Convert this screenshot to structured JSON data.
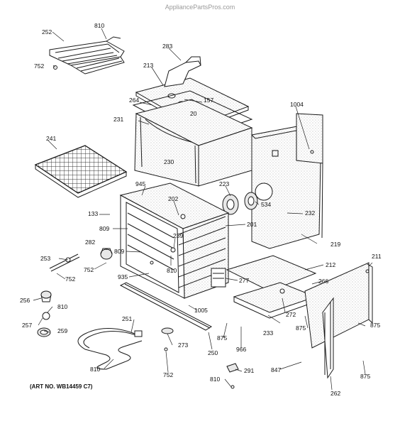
{
  "watermark": "AppliancePartsPros.com",
  "caption": "(ART NO. WB14459 C7)",
  "labels": [
    "252",
    "810",
    "752",
    "283",
    "213",
    "264",
    "157",
    "20",
    "231",
    "230",
    "1004",
    "241",
    "223",
    "534",
    "232",
    "945",
    "202",
    "133",
    "809",
    "201",
    "219",
    "282",
    "239",
    "253",
    "809",
    "211",
    "752",
    "810",
    "212",
    "752",
    "935",
    "277",
    "266",
    "256",
    "810",
    "257",
    "1005",
    "272",
    "875",
    "259",
    "251",
    "233",
    "875",
    "273",
    "250",
    "875",
    "966",
    "847",
    "291",
    "810",
    "752",
    "810",
    "262",
    "875"
  ]
}
